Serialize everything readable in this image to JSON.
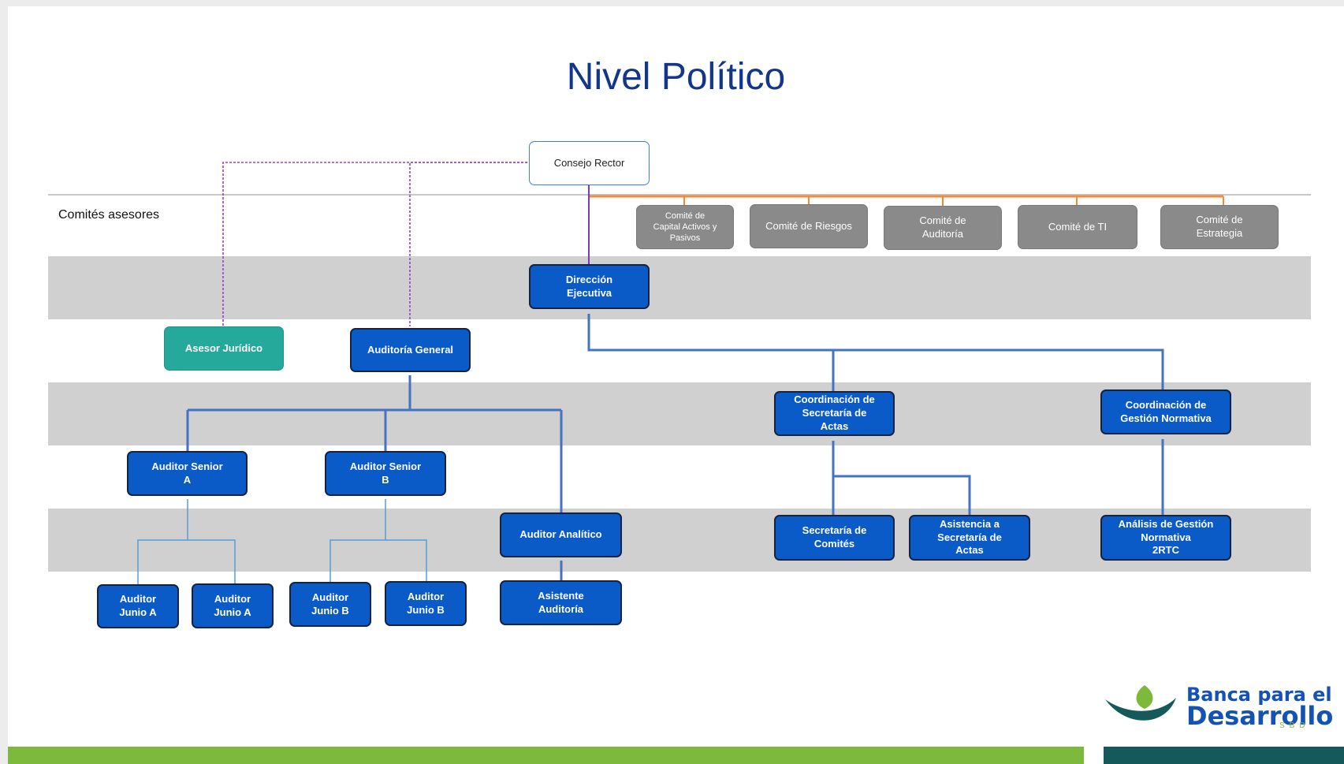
{
  "title": "Nivel Político",
  "advisory_label": "Comités asesores",
  "nodes": {
    "consejo_rector": "Consejo Rector",
    "comite_capital": "Comité de\nCapital Activos y\nPasivos",
    "comite_riesgos": "Comité de Riesgos",
    "comite_auditoria": "Comité de\nAuditoría",
    "comite_ti": "Comité de TI",
    "comite_estrategia": "Comité de\nEstrategia",
    "direccion_ejecutiva": "Dirección\nEjecutiva",
    "asesor_juridico": "Asesor Jurídico",
    "auditoria_general": "Auditoría General",
    "coord_secretaria": "Coordinación de\nSecretaría de\nActas",
    "coord_gestion": "Coordinación de\nGestión Normativa",
    "auditor_senior_a": "Auditor Senior\nA",
    "auditor_senior_b": "Auditor Senior\nB",
    "auditor_analitico": "Auditor Analítico",
    "secretaria_comites": "Secretaría de\nComités",
    "asistencia_secretaria": "Asistencia a\nSecretaría de\nActas",
    "analisis_gestion": "Análisis de Gestión\nNormativa\n2RTC",
    "auditor_junio_a_1": "Auditor\nJunio A",
    "auditor_junio_a_2": "Auditor\nJunio A",
    "auditor_junio_b_1": "Auditor\nJunio B",
    "auditor_junio_b_2": "Auditor\nJunio B",
    "asistente_auditoria": "Asistente\nAuditoría"
  },
  "logo": {
    "line1": "Banca para el",
    "line2": "Desarrollo",
    "line3": "SBD"
  },
  "colors": {
    "title": "#14368a",
    "node_blue": "#0a5ac8",
    "node_teal": "#25a99a",
    "node_grey": "#8a8a8a",
    "connector_blue": "#4472c4",
    "connector_orange": "#f08a3c",
    "dotted_purple": "#9b40c8",
    "footer_green": "#7dba3c",
    "footer_teal": "#15595b"
  }
}
